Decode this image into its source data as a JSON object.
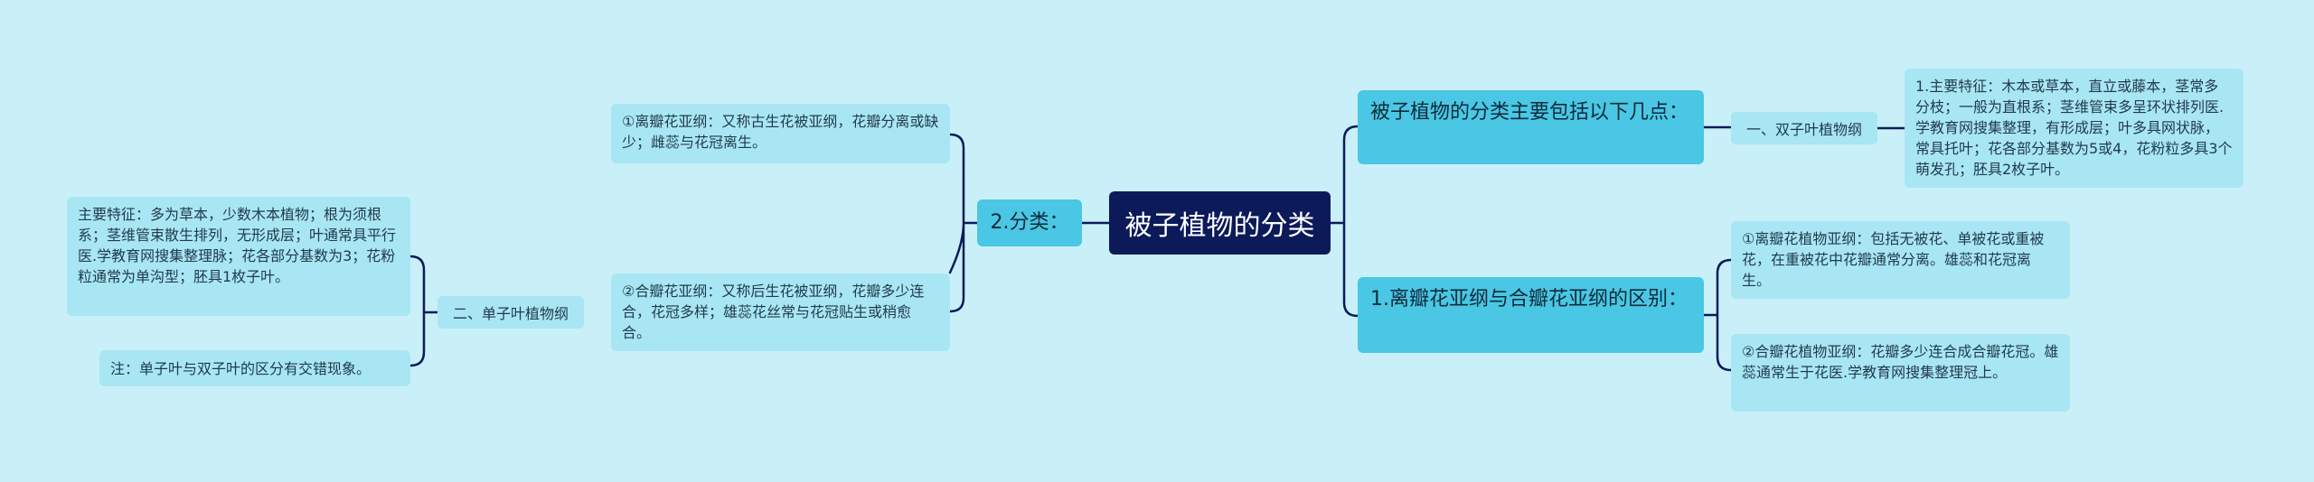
{
  "root": {
    "label": "被子植物的分类"
  },
  "right": {
    "branch1": {
      "label": "被子植物的分类主要包括以下几点：",
      "child": {
        "label": "一、双子叶植物纲",
        "leaf": "1.主要特征：木本或草本，直立或藤本，茎常多分枝；一般为直根系；茎维管束多呈环状排列医.学教育网搜集整理，有形成层；叶多具网状脉，常具托叶；花各部分基数为5或4，花粉粒多具3个萌发孔；胚具2枚子叶。"
      }
    },
    "branch2": {
      "label": "1.离瓣花亚纲与合瓣花亚纲的区别：",
      "leaves": [
        "①离瓣花植物亚纲：包括无被花、单被花或重被花，在重被花中花瓣通常分离。雄蕊和花冠离生。",
        "②合瓣花植物亚纲：花瓣多少连合成合瓣花冠。雄蕊通常生于花医.学教育网搜集整理冠上。"
      ]
    }
  },
  "left": {
    "branch": {
      "label": "2.分类：",
      "leaves": [
        "①离瓣花亚纲：又称古生花被亚纲，花瓣分离或缺少；雌蕊与花冠离生。",
        "②合瓣花亚纲：又称后生花被亚纲，花瓣多少连合，花冠多样；雄蕊花丝常与花冠贴生或稍愈合。"
      ],
      "child": {
        "label": "二、单子叶植物纲",
        "leaves": [
          "主要特征：多为草本，少数木本植物；根为须根系；茎维管束散生排列，无形成层；叶通常具平行医.学教育网搜集整理脉；花各部分基数为3；花粉粒通常为单沟型；胚具1枚子叶。",
          "注：单子叶与双子叶的区分有交错现象。"
        ]
      }
    }
  },
  "colors": {
    "background": "#c9f0f8",
    "root": "#0c1a5a",
    "level1": "#49c7e4",
    "leaf": "#a9e6f3",
    "connector": "#0c1a5a"
  }
}
